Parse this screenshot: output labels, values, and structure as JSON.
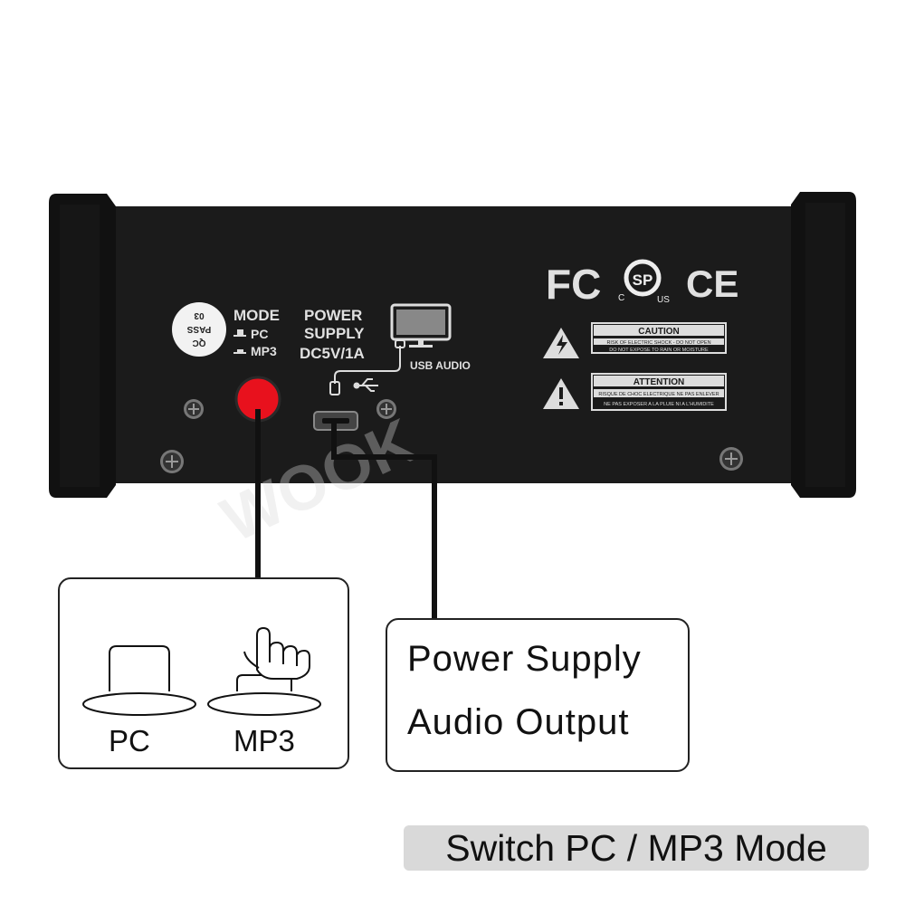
{
  "device": {
    "qc_sticker": {
      "line1": "QC",
      "line2": "PASS",
      "line3": "03"
    },
    "mode": {
      "title": "MODE",
      "option_pc": "PC",
      "option_mp3": "MP3"
    },
    "power": {
      "line1": "POWER",
      "line2": "SUPPLY",
      "line3": "DC5V/1A"
    },
    "usb_audio": "USB AUDIO",
    "certifications": {
      "fc": "FC",
      "csa_c": "C",
      "csa_us": "US",
      "ce": "CE"
    },
    "caution": {
      "title": "CAUTION",
      "line1": "RISK OF ELECTRIC SHOCK - DO NOT OPEN",
      "line2": "DO NOT EXPOSE TO RAIN OR MOISTURE"
    },
    "attention": {
      "title": "ATTENTION",
      "line1": "RISQUE DE CHOC ELECTRIQUE NE PAS ENLEVER",
      "line2": "NE PAS EXPOSER A LA PLUIE NI A L'HUMIDITE"
    },
    "watermark": "WOOK",
    "colors": {
      "body": "#1a1a1a",
      "button": "#e8111d",
      "callout_border": "#222222",
      "caption_bg": "#d9d9d9"
    }
  },
  "callouts": {
    "mode_pc_label": "PC",
    "mode_mp3_label": "MP3",
    "power_line1": "Power Supply",
    "power_line2": "Audio Output"
  },
  "caption": "Switch PC / MP3 Mode"
}
